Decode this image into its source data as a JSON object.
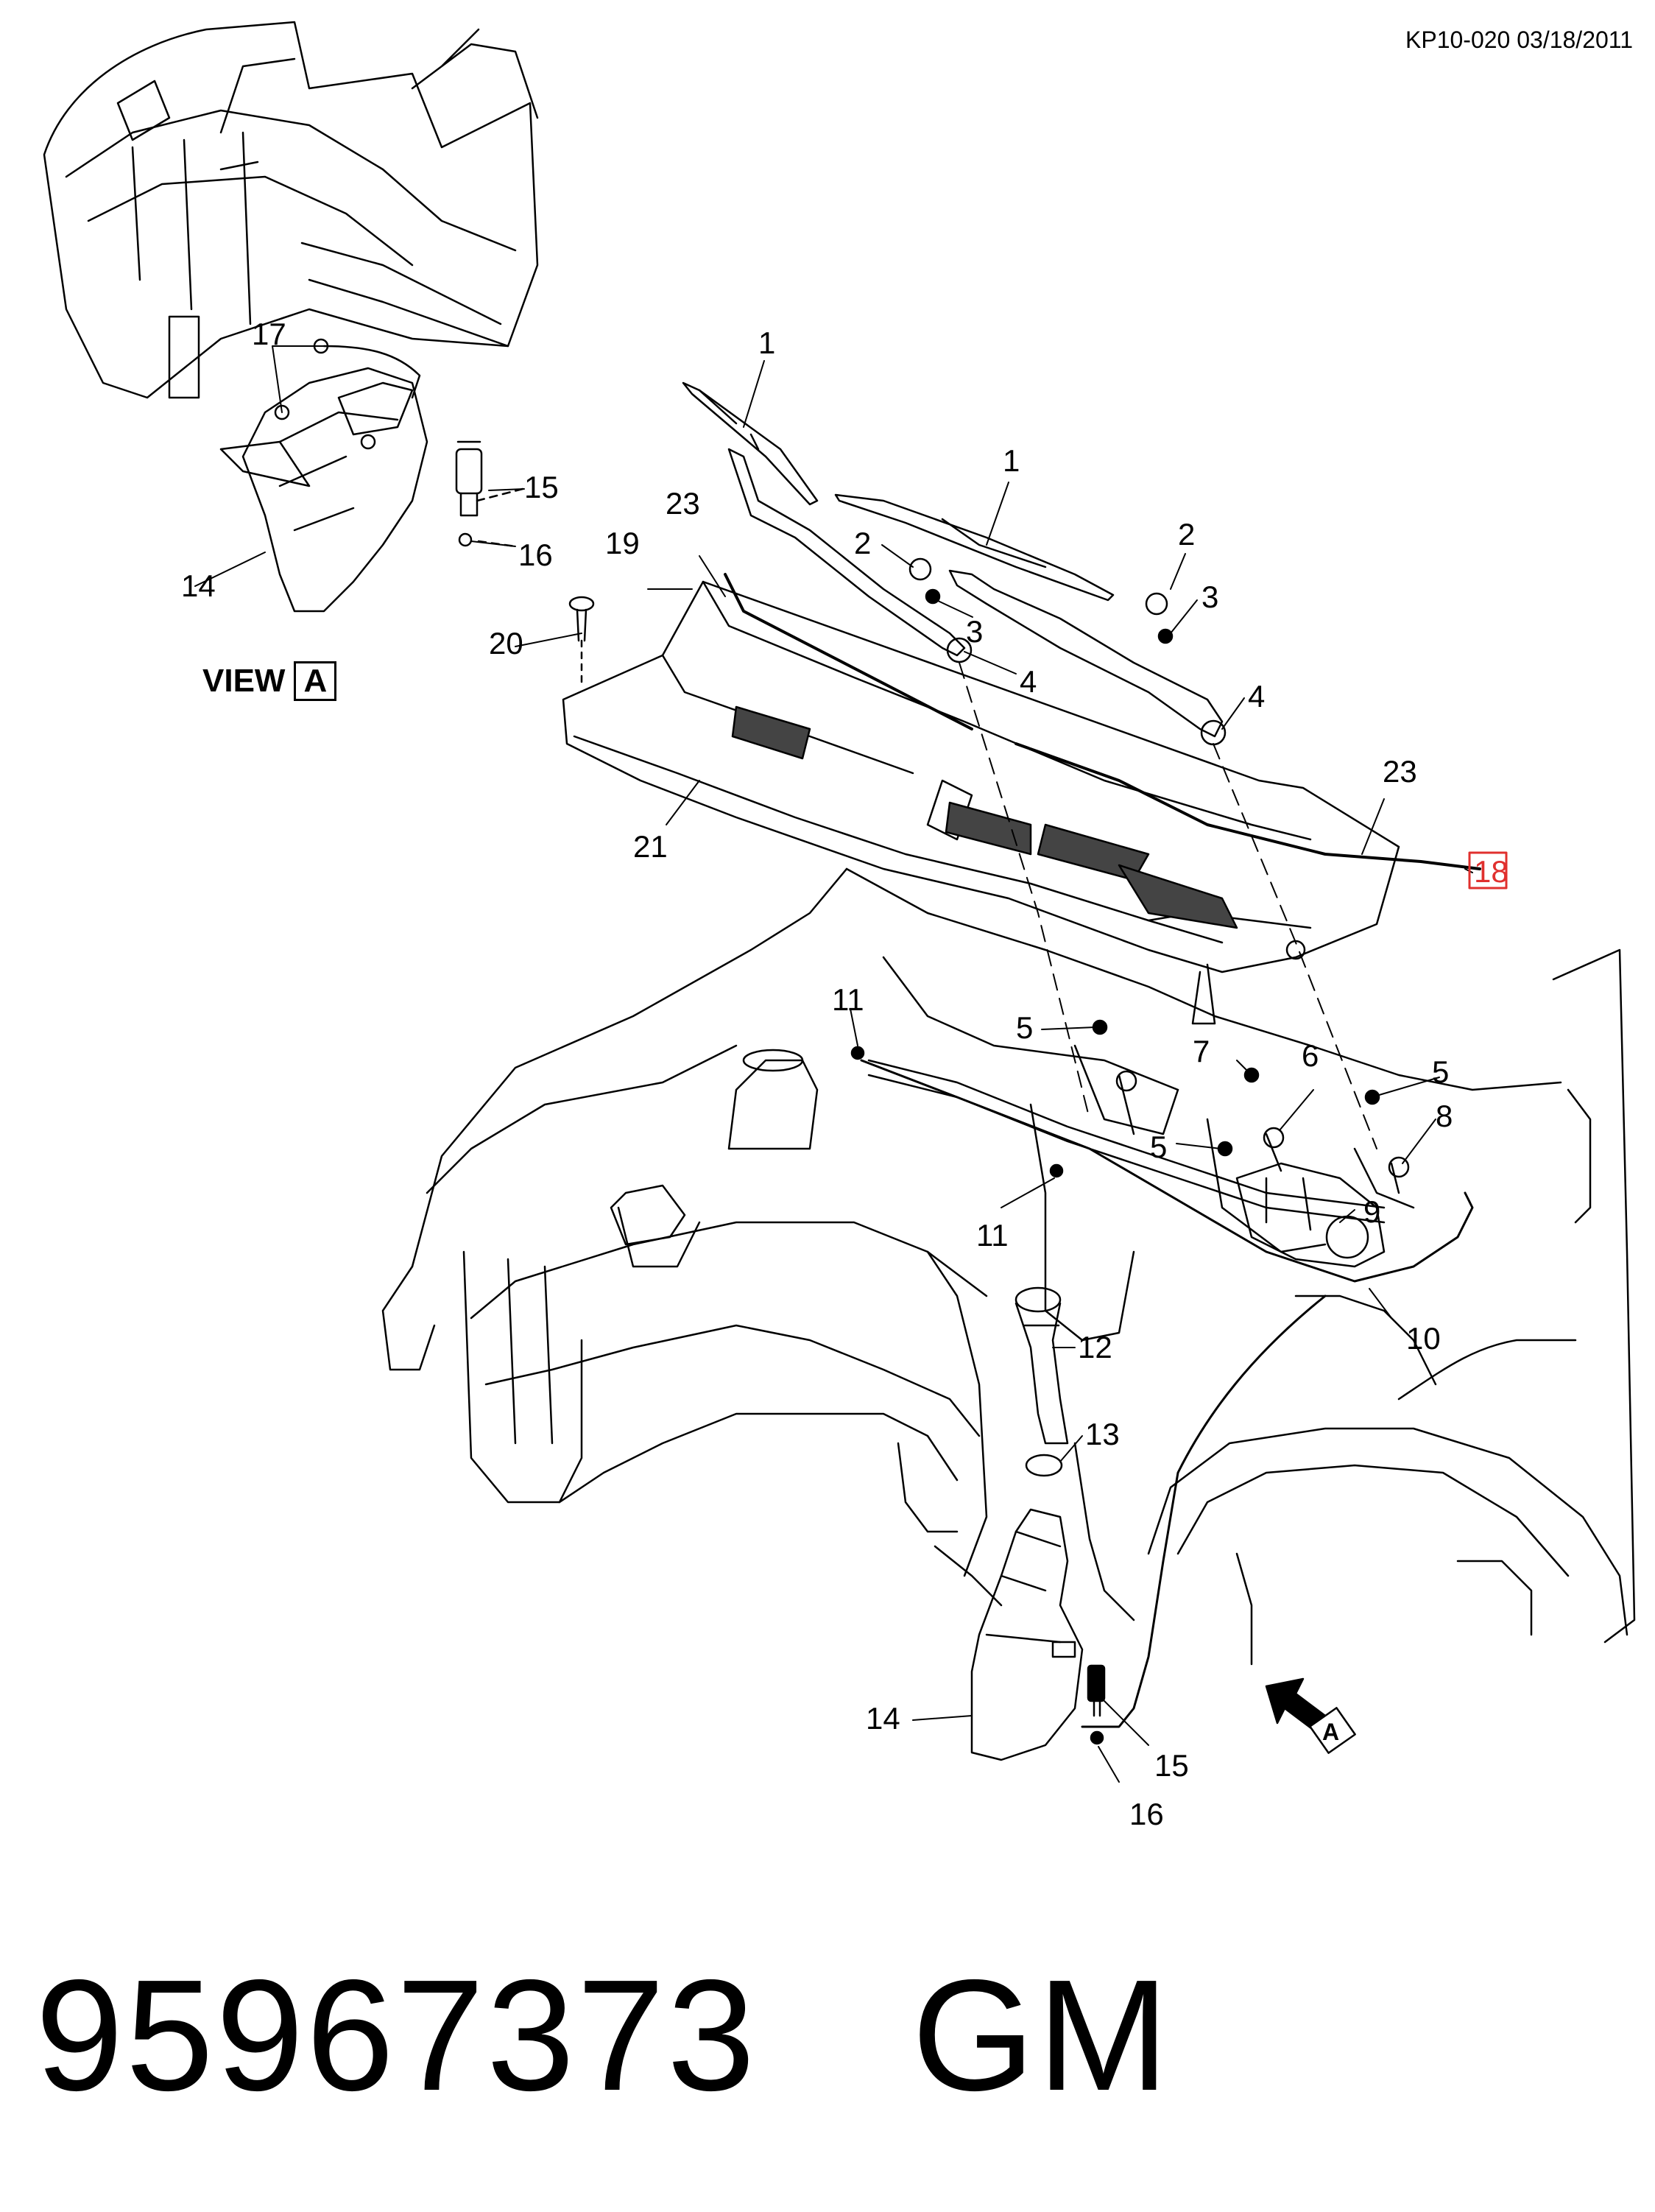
{
  "header": {
    "doc_id": "KP10-020 03/18/2011"
  },
  "view_label": {
    "word": "VIEW",
    "letter": "A"
  },
  "view_marker_letter": "A",
  "callouts": {
    "c1a": "1",
    "c1b": "1",
    "c2a": "2",
    "c2b": "2",
    "c3a": "3",
    "c3b": "3",
    "c4a": "4",
    "c4b": "4",
    "c5a": "5",
    "c5b": "5",
    "c5c": "5",
    "c6": "6",
    "c7": "7",
    "c8": "8",
    "c9": "9",
    "c10": "10",
    "c11a": "11",
    "c11b": "11",
    "c12": "12",
    "c13": "13",
    "c14a": "14",
    "c14b": "14",
    "c15a": "15",
    "c15b": "15",
    "c16a": "16",
    "c16b": "16",
    "c17": "17",
    "c18": "18",
    "c19": "19",
    "c20": "20",
    "c21": "21",
    "c23a": "23",
    "c23b": "23"
  },
  "highlight_color": "#e0302e",
  "footer": {
    "part_number": "95967373",
    "brand": "GM"
  }
}
